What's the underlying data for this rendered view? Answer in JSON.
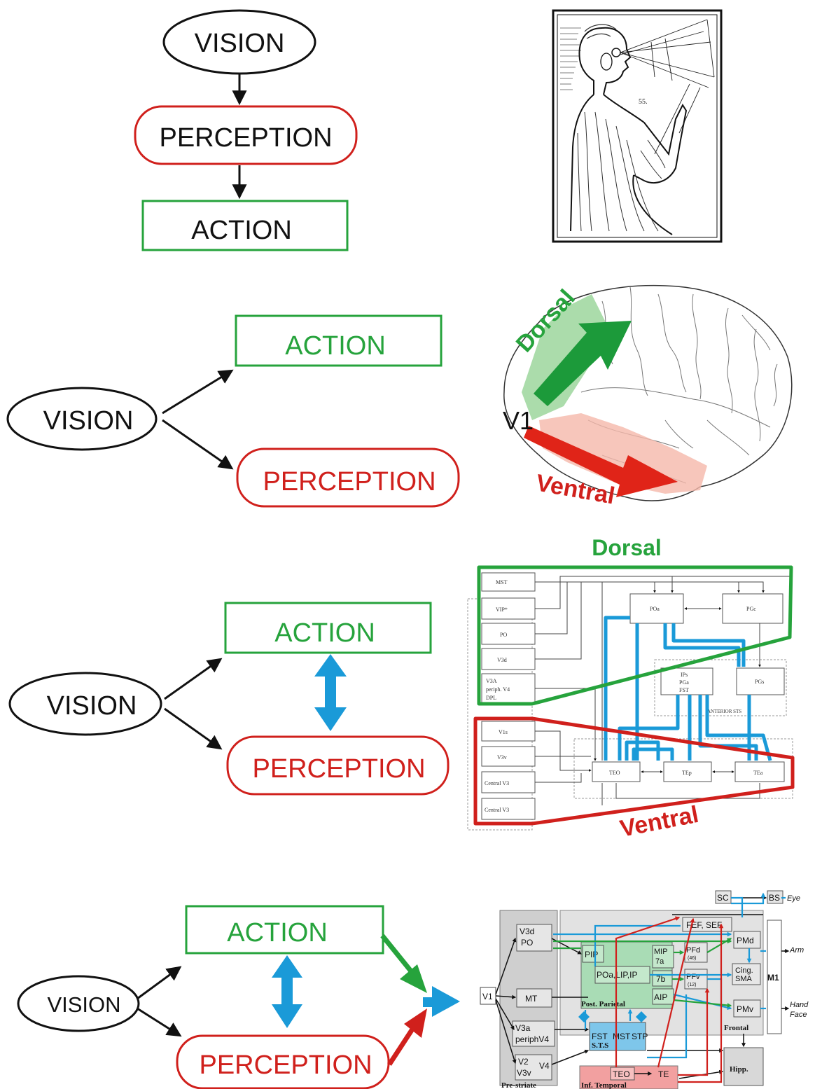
{
  "colors": {
    "black": "#111111",
    "red": "#d0201c",
    "green": "#26a33c",
    "blue": "#1a9ad8",
    "dorsal_fill": "#8fd08f",
    "ventral_fill": "#f5b8aa",
    "ventral_box": "#f2a0a0",
    "parietal_box": "#a9dcb5",
    "sts_box": "#7ec6ea",
    "gray_box": "#cfcfcf"
  },
  "labels": {
    "vision": "VISION",
    "perception": "PERCEPTION",
    "action": "ACTION",
    "dorsal": "Dorsal",
    "ventral": "Ventral",
    "v1": "V1",
    "page_mark": "55."
  },
  "network_3": {
    "left_boxes": [
      "MST",
      "VIP*",
      "PO",
      "V3d",
      "V3A",
      "periph. V4",
      "DPL",
      "V1s",
      "V3v",
      "Central V3",
      "Central V3"
    ],
    "nodes": [
      "POa",
      "PGc",
      "IPs",
      "PGa",
      "FST",
      "PGs",
      "TEO",
      "TEp",
      "TEa"
    ],
    "region_label": "ANTERIOR STS"
  },
  "network_4": {
    "boxes": [
      "V1",
      "V3d",
      "PO",
      "MT",
      "V3a",
      "periphV4",
      "V2",
      "V3v",
      "V4",
      "PIP",
      "POa,LIP,IP",
      "MIP",
      "7a",
      "7b",
      "AIP",
      "PFd",
      "(46)",
      "PFv",
      "(12)",
      "FEF, SEF",
      "PMd",
      "Cing.",
      "SMA",
      "PMv",
      "M1",
      "SC",
      "BS",
      "FST",
      "MST",
      "STP",
      "S.T.S",
      "TEO",
      "TE",
      "Hipp."
    ],
    "regions": [
      "Pre-striate",
      "Post. Parietal",
      "Inf. Temporal",
      "Frontal"
    ],
    "outputs": [
      "Eye",
      "Arm",
      "Hand",
      "Face"
    ]
  }
}
